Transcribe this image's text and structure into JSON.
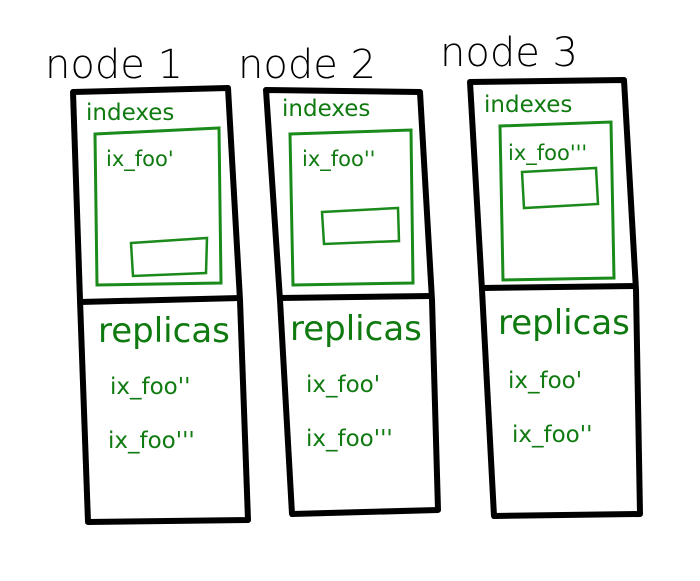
{
  "nodes": [
    {
      "title": "node 1",
      "indexes_label": "indexes",
      "index_name": "ix_foo'",
      "replicas_label": "replicas",
      "replicas": [
        "ix_foo''",
        "ix_foo'''"
      ]
    },
    {
      "title": "node 2",
      "indexes_label": "indexes",
      "index_name": "ix_foo''",
      "replicas_label": "replicas",
      "replicas": [
        "ix_foo'",
        "ix_foo'''"
      ]
    },
    {
      "title": "node 3",
      "indexes_label": "indexes",
      "index_name": "ix_foo'''",
      "replicas_label": "replicas",
      "replicas": [
        "ix_foo'",
        "ix_foo''"
      ]
    }
  ],
  "colors": {
    "outline": "#000000",
    "accent": "#1a8a1a"
  }
}
